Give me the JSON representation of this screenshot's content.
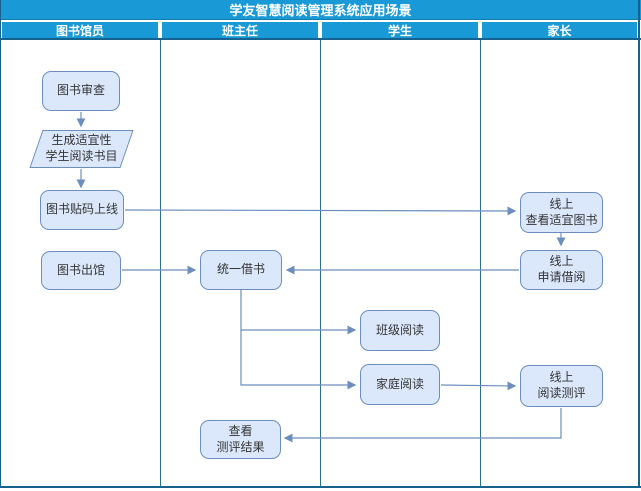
{
  "title": "学友智慧阅读管理系统应用场景",
  "lanes": [
    {
      "label": "图书馆员"
    },
    {
      "label": "班主任"
    },
    {
      "label": "学生"
    },
    {
      "label": "家长"
    }
  ],
  "nodes": {
    "book_review": "图书审查",
    "generate_list": "生成适宜性\n学生阅读书目",
    "tag_online": "图书贴码上线",
    "book_out": "图书出馆",
    "unified_borrow": "统一借书",
    "class_reading": "班级阅读",
    "family_reading": "家庭阅读",
    "view_suitable_books": "线上\n查看适宜图书",
    "apply_borrow": "线上\n申请借阅",
    "reading_assessment": "线上\n阅读测评",
    "view_results": "查看\n测评结果"
  },
  "colors": {
    "header_blue": "#1999d6",
    "frame_navy": "#16628f",
    "node_fill": "#dbe8fc",
    "node_border": "#6c8ebf",
    "connector": "#6c8ebf",
    "node_text": "#333333"
  }
}
